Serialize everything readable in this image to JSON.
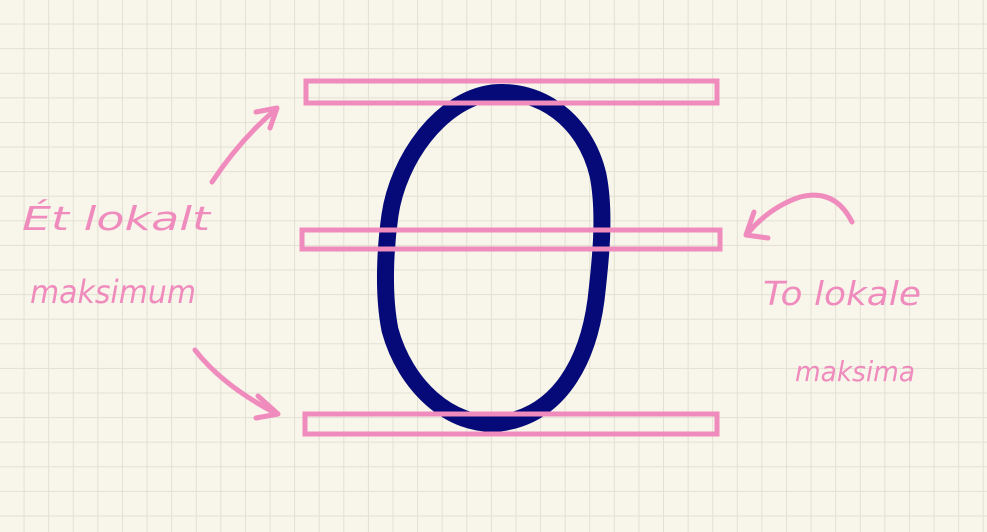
{
  "colors": {
    "background": "#f8f6ea",
    "grid": "#e2e0d2",
    "ink_pink": "#ef8bbd",
    "ink_navy": "#050a78"
  },
  "labels": {
    "left_line1": "Ét lokalt",
    "left_line2": "maksimum",
    "right_line1": "To lokale",
    "right_line2": "maksima"
  }
}
